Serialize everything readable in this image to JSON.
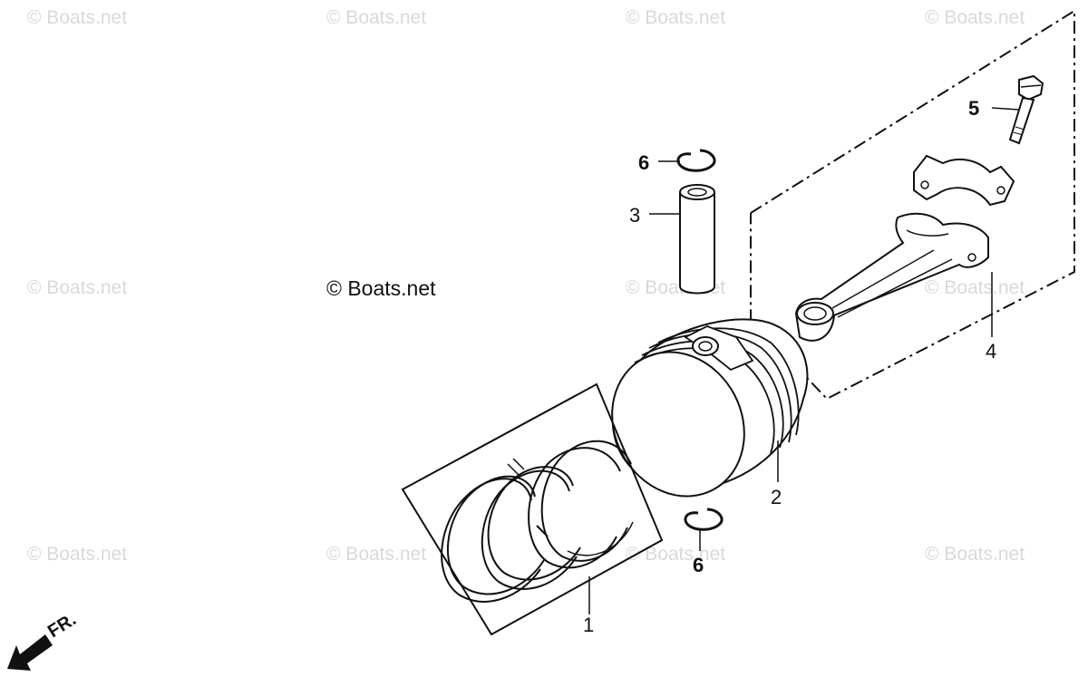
{
  "watermark": {
    "text": "© Boats.net",
    "main_text": "© Boats.net",
    "color": "#d9d9d9"
  },
  "callouts": {
    "ring_set": "1",
    "piston": "2",
    "piston_pin": "3",
    "connecting_rod": "4",
    "rod_bolt": "5",
    "clip_top": "6",
    "clip_bottom": "6"
  },
  "direction_indicator": {
    "label": "FR.",
    "icon": "front-arrow-icon"
  }
}
